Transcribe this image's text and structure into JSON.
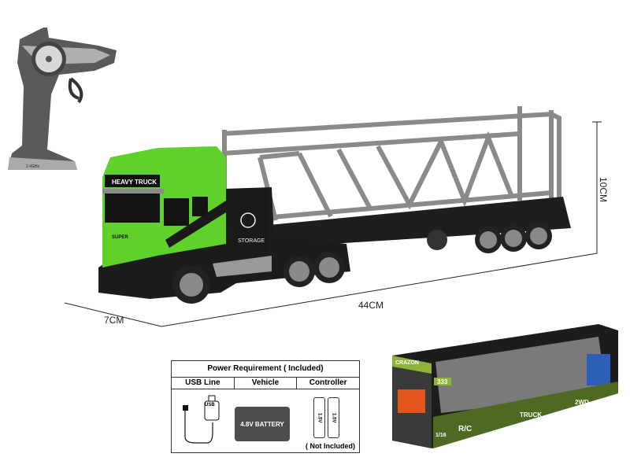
{
  "controller": {
    "frequency_label": "2.4GHz"
  },
  "truck": {
    "cab_sign": "HEAVY TRUCK",
    "grille_badge": "SUPER",
    "side_box_label": "STORAGE"
  },
  "dimensions": {
    "length": "44CM",
    "width": "7CM",
    "height": "10CM"
  },
  "power_requirement": {
    "title": "Power Requirement ( Included)",
    "columns": [
      "USB Line",
      "Vehicle",
      "Controller"
    ],
    "usb_label": "USB",
    "battery_label": "4.8V BATTERY",
    "cell_voltage": "1.5V",
    "controller_note": "( Not Included)"
  },
  "package": {
    "brand": "CRAZON",
    "model_number": "333",
    "features": [
      "1/16",
      "R/C",
      "TRUCK",
      "2WD"
    ],
    "colors": {
      "accent": "#8db33a",
      "dark": "#1c1c1c"
    }
  },
  "colors": {
    "truck_green": "#5fd12a",
    "trailer_gray": "#8a8a8a"
  }
}
